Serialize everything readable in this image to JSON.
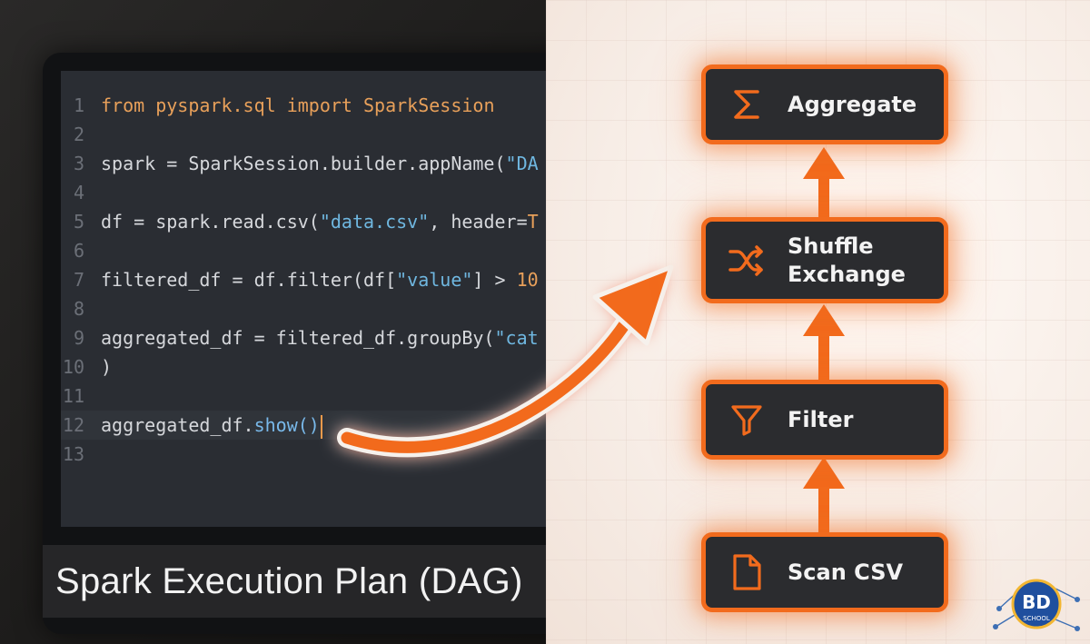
{
  "code": {
    "lines": [
      {
        "n": "1",
        "parts": [
          {
            "t": "from ",
            "c": "kw"
          },
          {
            "t": "pyspark.sql ",
            "c": "kw"
          },
          {
            "t": "import ",
            "c": "kw"
          },
          {
            "t": "SparkSession",
            "c": "kw"
          }
        ]
      },
      {
        "n": "2",
        "parts": []
      },
      {
        "n": "3",
        "parts": [
          {
            "t": "spark = SparkSession.builder.appName(",
            "c": ""
          },
          {
            "t": "\"DA",
            "c": "str"
          }
        ]
      },
      {
        "n": "4",
        "parts": []
      },
      {
        "n": "5",
        "parts": [
          {
            "t": "df = spark.read.csv(",
            "c": ""
          },
          {
            "t": "\"data.csv\"",
            "c": "str"
          },
          {
            "t": ", header=",
            "c": ""
          },
          {
            "t": "T",
            "c": "kw"
          }
        ]
      },
      {
        "n": "6",
        "parts": []
      },
      {
        "n": "7",
        "parts": [
          {
            "t": "filtered_df = df.filter(df[",
            "c": ""
          },
          {
            "t": "\"value\"",
            "c": "str"
          },
          {
            "t": "] > ",
            "c": ""
          },
          {
            "t": "10",
            "c": "num"
          }
        ]
      },
      {
        "n": "8",
        "parts": []
      },
      {
        "n": "9",
        "parts": [
          {
            "t": "aggregated_df = filtered_df.groupBy(",
            "c": ""
          },
          {
            "t": "\"cat",
            "c": "str"
          }
        ]
      },
      {
        "n": "10",
        "parts": [
          {
            "t": ")",
            "c": ""
          }
        ]
      },
      {
        "n": "11",
        "parts": []
      },
      {
        "n": "12",
        "parts": [
          {
            "t": "aggregated_df.",
            "c": ""
          },
          {
            "t": "show()",
            "c": "fn"
          }
        ],
        "active": true
      },
      {
        "n": "13",
        "parts": []
      }
    ]
  },
  "caption": "Spark Execution Plan (DAG)",
  "dag": {
    "nodes": [
      {
        "id": "aggregate",
        "icon": "sigma-icon",
        "lines": [
          "Aggregate"
        ]
      },
      {
        "id": "shuffle",
        "icon": "shuffle-icon",
        "lines": [
          "Shuffle",
          "Exchange"
        ]
      },
      {
        "id": "filter",
        "icon": "filter-icon",
        "lines": [
          "Filter"
        ]
      },
      {
        "id": "scan",
        "icon": "file-icon",
        "lines": [
          "Scan CSV"
        ]
      }
    ],
    "edges": [
      [
        "scan",
        "filter"
      ],
      [
        "filter",
        "shuffle"
      ],
      [
        "shuffle",
        "aggregate"
      ]
    ]
  },
  "logo": {
    "top": "BD",
    "bottom": "SCHOOL"
  },
  "colors": {
    "accent": "#f26b1d",
    "node_fill": "#2b2c2f",
    "editor_bg": "#2a2d33"
  }
}
